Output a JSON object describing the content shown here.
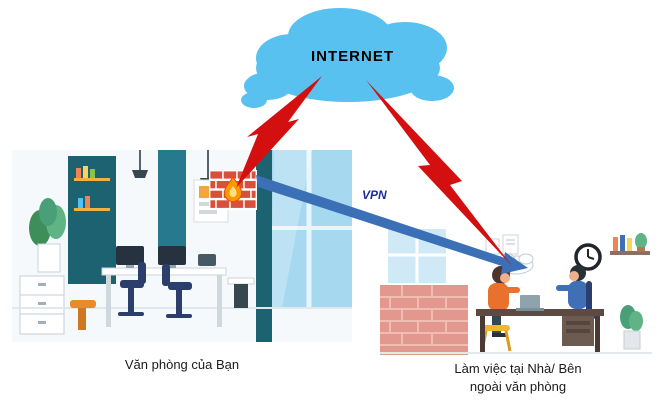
{
  "diagram": {
    "internet_label": "INTERNET",
    "vpn_label": "VPN",
    "office_caption": "Văn phòng của Bạn",
    "home_caption_line1": "Làm việc tại Nhà/ Bên",
    "home_caption_line2": "ngoài văn phòng"
  },
  "colors": {
    "cloud_blue": "#58c1f0",
    "lightning_red": "#d40f0f",
    "vpn_arrow_blue": "#3b6fb6",
    "vpn_label_blue": "#1b2aa0",
    "firewall_brick_red": "#d8503c",
    "flame_orange": "#ff9800",
    "caption_black": "#1a1a1a"
  },
  "icons": {
    "internet_cloud": "cloud",
    "lightning_left": "lightning-bolt",
    "lightning_right": "lightning-bolt",
    "vpn_arrow": "tapered-arrow",
    "firewall": "brick-wall",
    "flame": "flame"
  }
}
